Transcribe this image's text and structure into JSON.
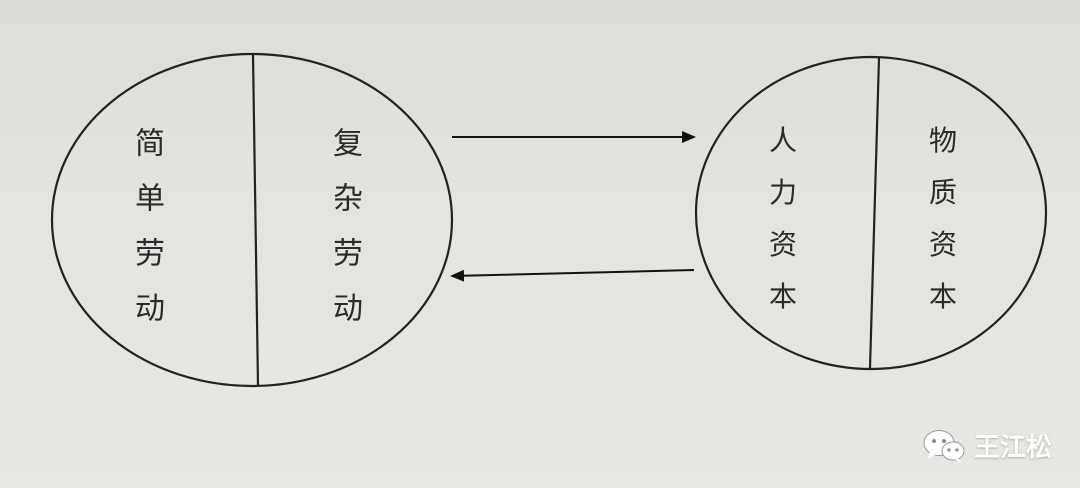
{
  "diagram": {
    "left_circle": {
      "left_label": "简单劳动",
      "right_label": "复杂劳动"
    },
    "right_circle": {
      "left_label": "人力资本",
      "right_label": "物质资本"
    },
    "arrows": [
      {
        "direction": "right"
      },
      {
        "direction": "left"
      }
    ]
  },
  "watermark": {
    "text": "王江松",
    "icon": "wechat-icon"
  }
}
